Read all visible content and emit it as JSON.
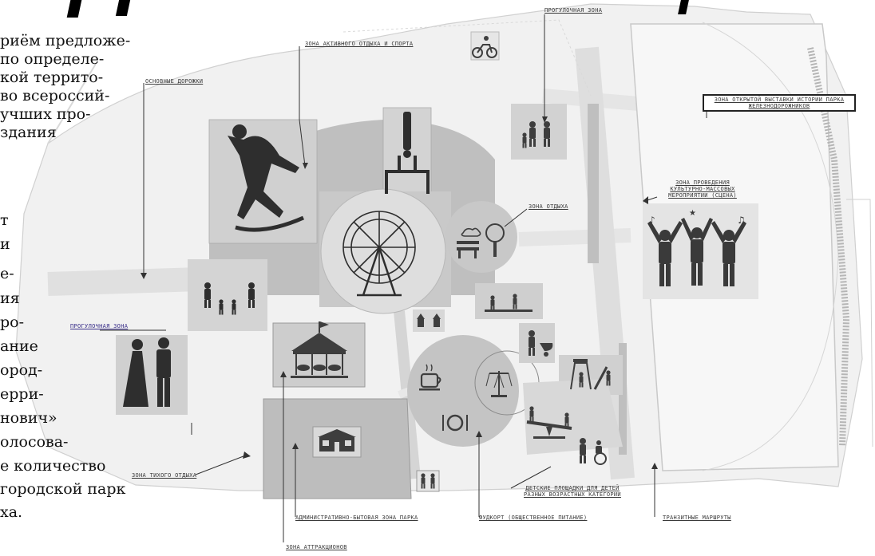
{
  "article_lines": [
    "риём предложе-",
    "по определе-",
    "кой террито-",
    "во всероссий-",
    "учших про-",
    "здания",
    "",
    "",
    "е-",
    "ия",
    "ро-",
    "ание",
    "ород-",
    "ерри-",
    "нович»",
    "олосова-",
    "е количество",
    "городской парк",
    "ха."
  ],
  "zones": {
    "walking_top": "ПРОГУЛОЧНАЯ ЗОНА",
    "active_sport": "ЗОНА АКТИВНОГО ОТДЫХА И СПОРТА",
    "main_paths": "ОСНОВНЫЕ ДОРОЖКИ",
    "open_exhibition": "ЗОНА ОТКРЫТОЙ ВЫСТАВКИ ИСТОРИИ ПАРКА ЖЕЛЕЗНОДОРОЖНИКОВ",
    "events_line1": "ЗОНА ПРОВЕДЕНИЯ",
    "events_line2": "КУЛЬТУРНО-МАССОВЫХ",
    "events_line3": "МЕРОПРИЯТИЙ (СЦЕНА)",
    "rest": "ЗОНА ОТДЫХА",
    "walking_left": "ПРОГУЛОЧНАЯ ЗОНА",
    "quiet_rest": "ЗОНА ТИХОГО ОТДЫХА",
    "admin": "АДМИНИСТРАТИВНО-БЫТОВАЯ ЗОНА ПАРКА",
    "attractions": "ЗОНА АТТРАКЦИОНОВ",
    "foodcourt": "ФУДКОРТ (ОБЩЕСТВЕННОЕ ПИТАНИЕ)",
    "kids_line1": "ДЕТСКИЕ ПЛОЩАДКИ ДЛЯ ДЕТЕЙ",
    "kids_line2": "РАЗНЫХ ВОЗРАСТНЫХ КАТЕГОРИЙ",
    "transit": "ТРАНЗИТНЫЕ МАРШРУТЫ"
  },
  "icons": [
    "bicycle-icon",
    "skater-icon",
    "handstand-icon",
    "family-walking-icon",
    "ferris-wheel-icon",
    "rest-bench-icon",
    "crowd-concert-icon",
    "family-icon",
    "wedding-couple-icon",
    "carousel-icon",
    "kiosk-icon",
    "kids-sandbox-icon",
    "stroller-icon",
    "playground-icon",
    "seesaw-icon",
    "wheelchair-icon",
    "coffee-icon",
    "dining-icon",
    "swing-ride-icon",
    "building-icon",
    "restroom-icon"
  ],
  "colors": {
    "zone_fill": "#bdbdbd",
    "zone_dark": "#9e9e9e",
    "plan_light": "#ececec",
    "icon": "#3e3e3e",
    "label_purple": "#3a2f8a"
  }
}
